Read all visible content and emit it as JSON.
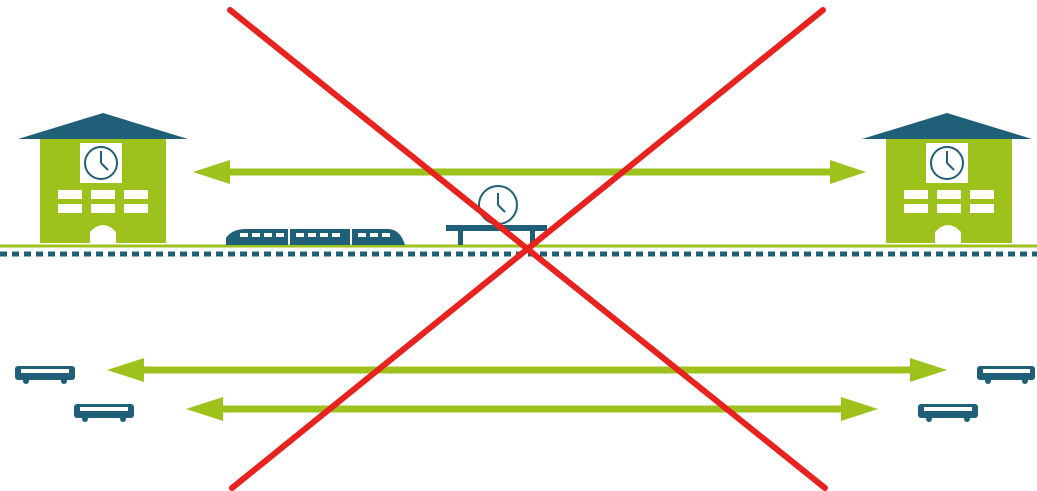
{
  "colors": {
    "background": "#ffffff",
    "green": "#9dc21b",
    "green_dark": "#8cb21a",
    "teal": "#1f5f77",
    "red": "#e8231f",
    "clock_face": "#ffffff",
    "window": "#ffffff"
  },
  "icons": {
    "station": "station-building-icon",
    "clock": "clock-icon",
    "train": "train-icon",
    "platform": "platform-bench-icon",
    "bus": "bus-icon",
    "arrow": "double-headed-arrow-icon",
    "cross": "red-cross-icon"
  },
  "stations": [
    {
      "id": "left-station",
      "side": "left"
    },
    {
      "id": "right-station",
      "side": "right"
    }
  ],
  "buses": [
    {
      "id": "bus-left-top",
      "side": "left",
      "lane": "top"
    },
    {
      "id": "bus-left-bottom",
      "side": "left",
      "lane": "bottom"
    },
    {
      "id": "bus-right-top",
      "side": "right",
      "lane": "top"
    },
    {
      "id": "bus-right-bottom",
      "side": "right",
      "lane": "bottom"
    }
  ],
  "arrows": [
    {
      "id": "rail-connection-arrow",
      "type": "double-headed"
    },
    {
      "id": "bus-connection-arrow-top",
      "type": "double-headed"
    },
    {
      "id": "bus-connection-arrow-bottom",
      "type": "double-headed"
    }
  ],
  "crossed_out": true
}
